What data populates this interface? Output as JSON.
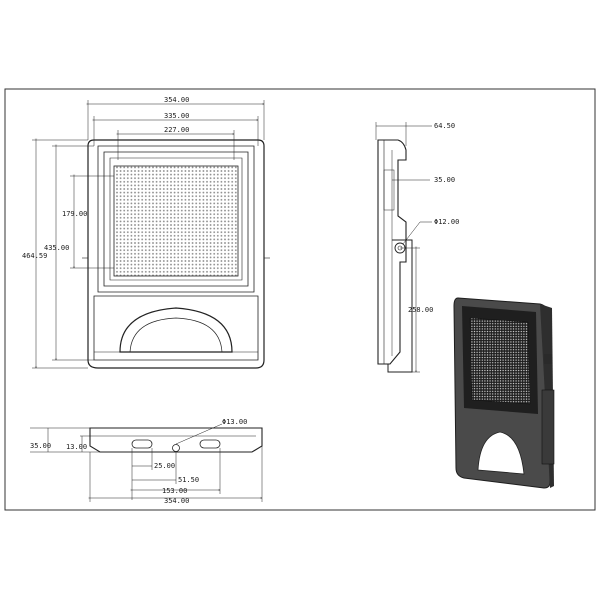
{
  "drawing": {
    "front_view": {
      "overall_width": "354.00",
      "inner_width": "335.00",
      "led_width": "227.00",
      "overall_height": "464.59",
      "body_height": "435.00",
      "led_height": "179.00"
    },
    "side_view": {
      "depth": "64.50",
      "fin_depth": "35.00",
      "hole_diameter": "Φ12.00",
      "bracket_length": "258.00"
    },
    "bottom_view": {
      "hole_diameter": "Φ13.00",
      "overall_height": "35.00",
      "base_height": "13.00",
      "slot_width": "25.00",
      "center_offset": "51.50",
      "slot_span": "153.00",
      "overall_width": "354.00"
    }
  },
  "colors": {
    "line": "#222222",
    "led_grid": "#9a9a9a",
    "housing_3d": "#4a4a4a"
  }
}
